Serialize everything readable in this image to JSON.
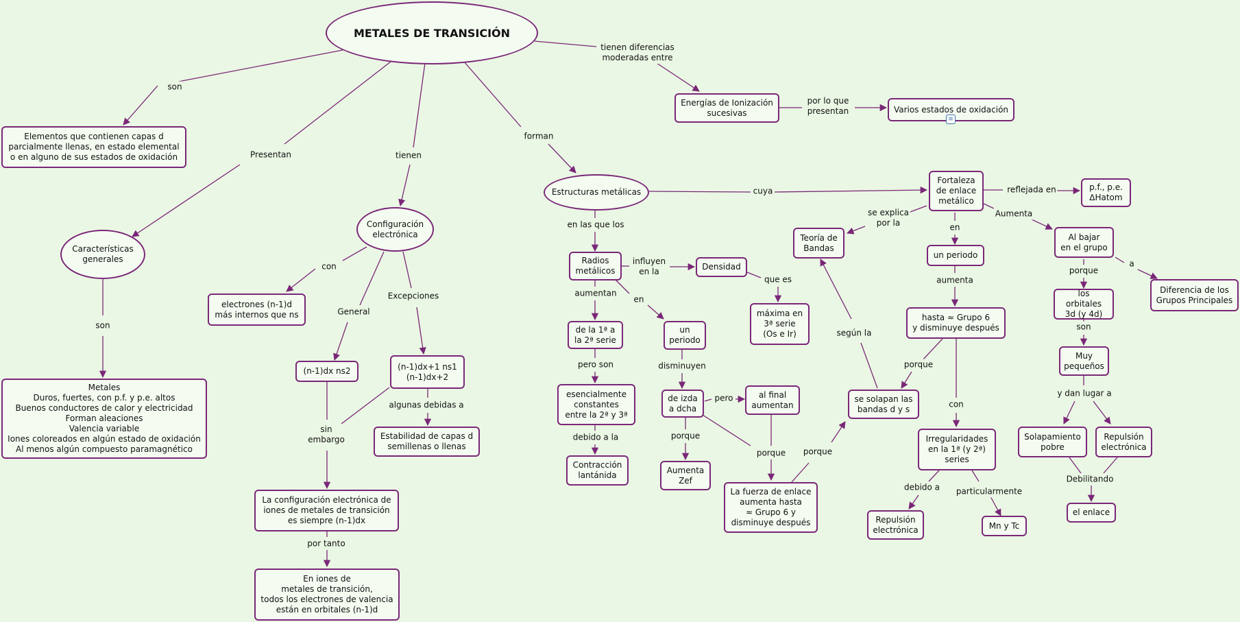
{
  "concepts": {
    "metales": "METALES DE TRANSICIÓN",
    "elementos": "Elementos que contienen capas d\nparcialmente llenas, en estado elemental\no en alguno de sus estados de oxidación",
    "caracteristicas": "Características\ngenerales",
    "metales_props": "Metales\nDuros, fuertes, con p.f. y p.e. altos\nBuenos conductores de calor y electricidad\nForman aleaciones\nValencia variable\nIones coloreados en algún estado de oxidación\nAl menos algún compuesto paramagnético",
    "configuracion": "Configuración\nelectrónica",
    "electrones_internos": "electrones (n-1)d\nmás internos que ns",
    "n1dx_ns2": "(n-1)dx ns2",
    "excepcion": "(n-1)dx+1 ns1\n(n-1)dx+2",
    "estabilidad": "Estabilidad de capas d\nsemillenas o llenas",
    "config_iones": "La configuración electrónica de\niones de metales de transición\nes siempre (n-1)dx",
    "iones_valencia": "En iones de\nmetales de transición,\ntodos los electrones de valencia\nestán en orbitales (n-1)d",
    "estructuras": "Estructuras metálicas",
    "radios": "Radios\nmetálicos",
    "densidad": "Densidad",
    "maxima": "máxima en\n3ª serie\n(Os e Ir)",
    "de_1a_2a": "de la 1ª a\nla 2ª serie",
    "un_periodo_1": "un\nperiodo",
    "constantes": "esencialmente\nconstantes\nentre la 2ª y 3ª",
    "contraccion": "Contracción\nlantánida",
    "izda_dcha": "de izda\na dcha",
    "al_final": "al final\naumentan",
    "aumenta_zef": "Aumenta\nZef",
    "fuerza_enlace": "La fuerza de enlace\naumenta hasta\n≈ Grupo 6 y\ndisminuye después",
    "energias": "Energías de Ionización\nsucesivas",
    "varios_estados": "Varios estados de oxidación",
    "fortaleza": "Fortaleza\nde enlace\nmetálico",
    "pf_pe": "p.f., p.e.\n∆Hatom",
    "teoria_bandas": "Teoría de\nBandas",
    "un_periodo_2": "un periodo",
    "hasta_grupo6": "hasta ≈ Grupo 6\ny disminuye después",
    "solapan": "se solapan las\nbandas d y s",
    "irregularidades": "Irregularidades\nen la 1ª (y 2ª)\nseries",
    "repulsion_1": "Repulsión\nelectrónica",
    "mn_tc": "Mn y Tc",
    "al_bajar": "Al bajar\nen el grupo",
    "diferencia": "Diferencia de los\nGrupos Principales",
    "orbitales": "los orbitales\n3d (y 4d)",
    "muy_pequenos": "Muy\npequeños",
    "solapamiento": "Solapamiento\npobre",
    "repulsion_2": "Repulsión\nelectrónica",
    "el_enlace": "el enlace"
  },
  "link_labels": {
    "son_1": "son",
    "presentan": "Presentan",
    "tienen": "tienen",
    "forman": "forman",
    "tienen_diferencias": "tienen diferencias\nmoderadas entre",
    "por_lo_que": "por lo que\npresentan",
    "son_2": "son",
    "con_1": "con",
    "general": "General",
    "excepciones": "Excepciones",
    "sin_embargo": "sin\nembargo",
    "algunas_debidas": "algunas debidas a",
    "por_tanto": "por tanto",
    "en_las_que_los": "en las que los",
    "influyen": "influyen\nen la",
    "que_es": "que es",
    "aumentan": "aumentan",
    "en_1": "en",
    "pero_son": "pero son",
    "disminuyen": "disminuyen",
    "debido_a_la": "debido a la",
    "pero": "pero",
    "porque_1": "porque",
    "porque_2": "porque",
    "porque_3": "porque",
    "cuya": "cuya",
    "reflejada": "reflejada en",
    "se_explica": "se explica\npor la",
    "en_2": "en",
    "aumenta_lbl": "Aumenta",
    "aumenta_2": "aumenta",
    "segun_la": "según la",
    "porque_4": "porque",
    "con_2": "con",
    "debido_a": "debido a",
    "particularmente": "particularmente",
    "a": "a",
    "porque_5": "porque",
    "son_3": "son",
    "y_dan_lugar": "y dan lugar a",
    "debilitando": "Debilitando"
  },
  "colors": {
    "background": "#eaf7e4",
    "border": "#7a2778",
    "node_fill": "#f4fbf1"
  },
  "icons": [
    "document-icon"
  ]
}
